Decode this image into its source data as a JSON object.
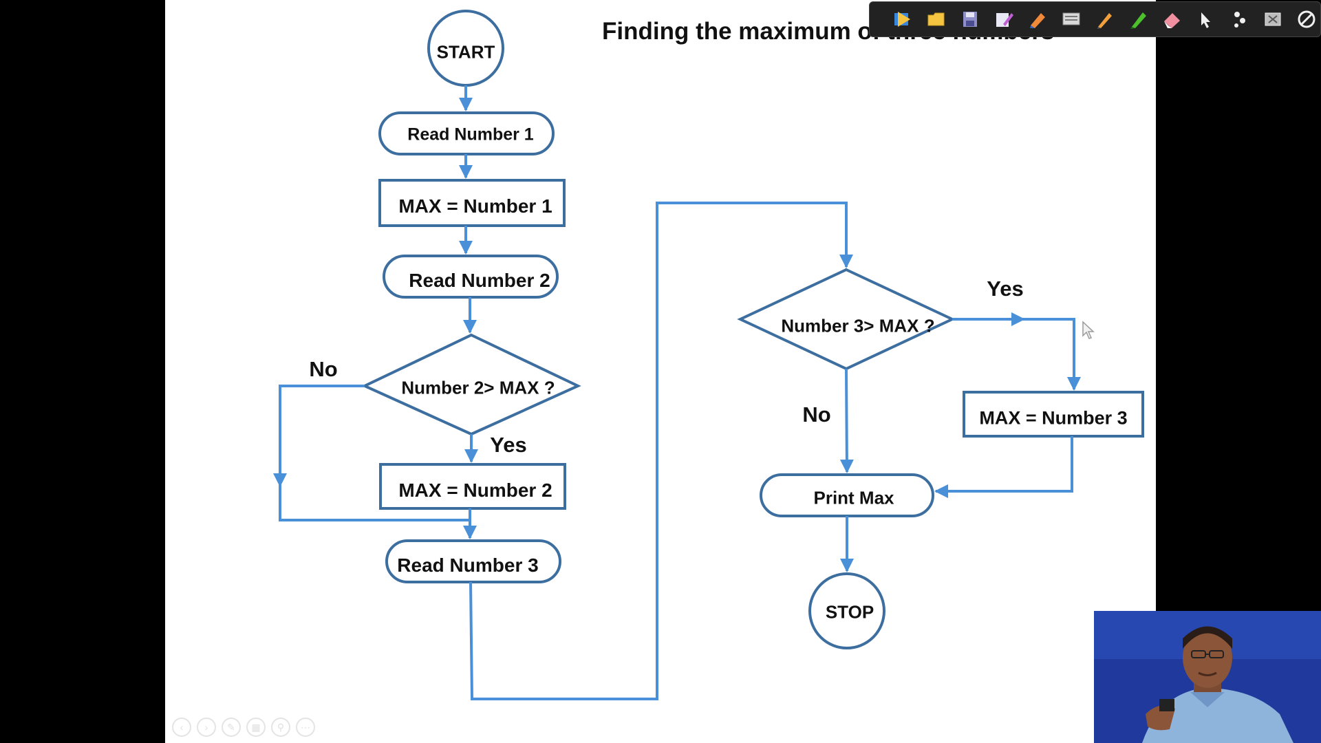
{
  "slide": {
    "title": "Finding the maximum of three numbers",
    "background": "#ffffff"
  },
  "flowchart": {
    "stroke_color": "#3d6ea0",
    "arrow_color": "#4a90d9",
    "nodes": {
      "start": "START",
      "read1": "Read Number 1",
      "assign1": "MAX = Number 1",
      "read2": "Read Number 2",
      "decision2": "Number 2> MAX ?",
      "assign2": "MAX = Number 2",
      "read3": "Read Number 3",
      "decision3": "Number 3> MAX ?",
      "assign3": "MAX = Number 3",
      "print": "Print Max",
      "stop": "STOP"
    },
    "edges": {
      "decision2_no": "No",
      "decision2_yes": "Yes",
      "decision3_yes": "Yes",
      "decision3_no": "No"
    }
  },
  "annotation_toolbar": {
    "tools": [
      "play-icon",
      "folder-icon",
      "save-icon",
      "pen-icon",
      "marker-icon",
      "screen-icon",
      "pencil-icon",
      "highlighter-icon",
      "eraser-icon",
      "pointer-icon",
      "laser-icon",
      "clear-icon",
      "close-icon"
    ]
  },
  "slideshow_controls": [
    "prev-icon",
    "next-icon",
    "pen-tool-icon",
    "slides-icon",
    "zoom-icon",
    "more-icon"
  ],
  "presenter_video": {
    "background": "#1f3a9c"
  }
}
